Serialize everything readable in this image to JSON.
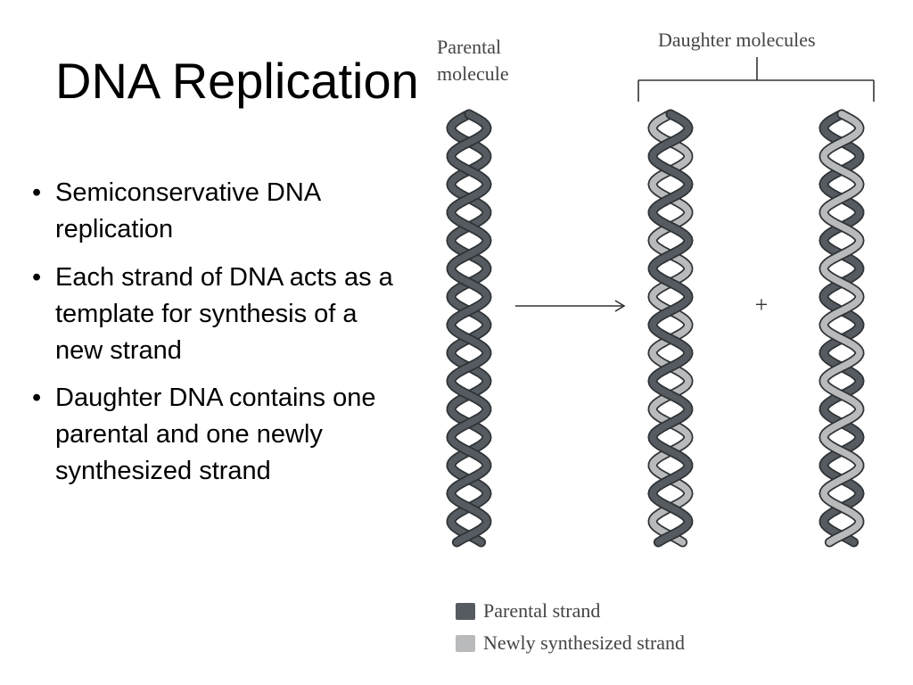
{
  "slide": {
    "title": "DNA Replication",
    "bullets": [
      "Semiconservative DNA replication",
      "Each strand of DNA acts as a template for synthesis of a new strand",
      "Daughter DNA contains one parental and one newly synthesized strand"
    ]
  },
  "diagram": {
    "parental_label": [
      "Parental",
      "molecule"
    ],
    "daughter_label": "Daughter molecules",
    "plus": "+",
    "legend": [
      {
        "label": "Parental strand",
        "color": "#555b60"
      },
      {
        "label": "Newly synthesized strand",
        "color": "#b8babc"
      }
    ]
  }
}
